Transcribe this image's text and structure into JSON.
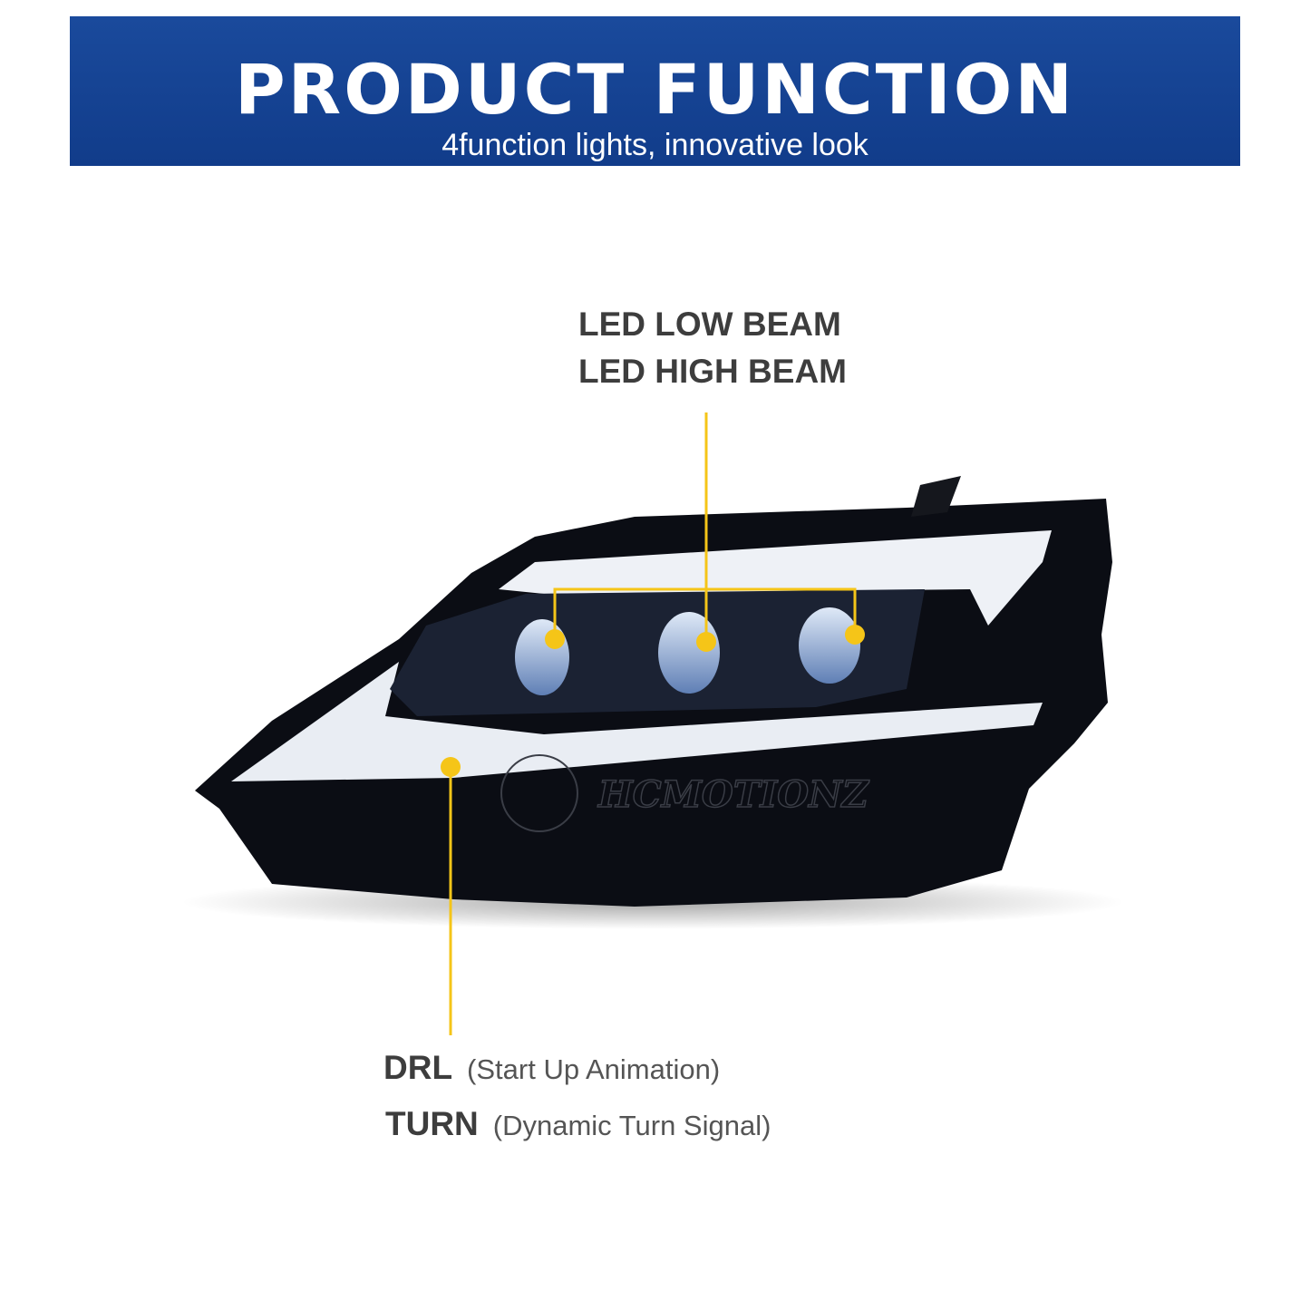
{
  "banner": {
    "title": "PRODUCT FUNCTION",
    "subtitle": "4function lights, innovative look",
    "color": "#1a4a9c"
  },
  "callouts": {
    "beam": {
      "line1": "LED LOW BEAM",
      "line2": "LED HIGH BEAM"
    },
    "drl": {
      "name": "DRL",
      "note": "(Start Up Animation)"
    },
    "turn": {
      "name": "TURN",
      "note": "(Dynamic Turn Signal)"
    },
    "line_color": "#f5c518"
  },
  "product": {
    "image": "led-headlight-assembly",
    "watermark": "HCMOTIONZ"
  }
}
